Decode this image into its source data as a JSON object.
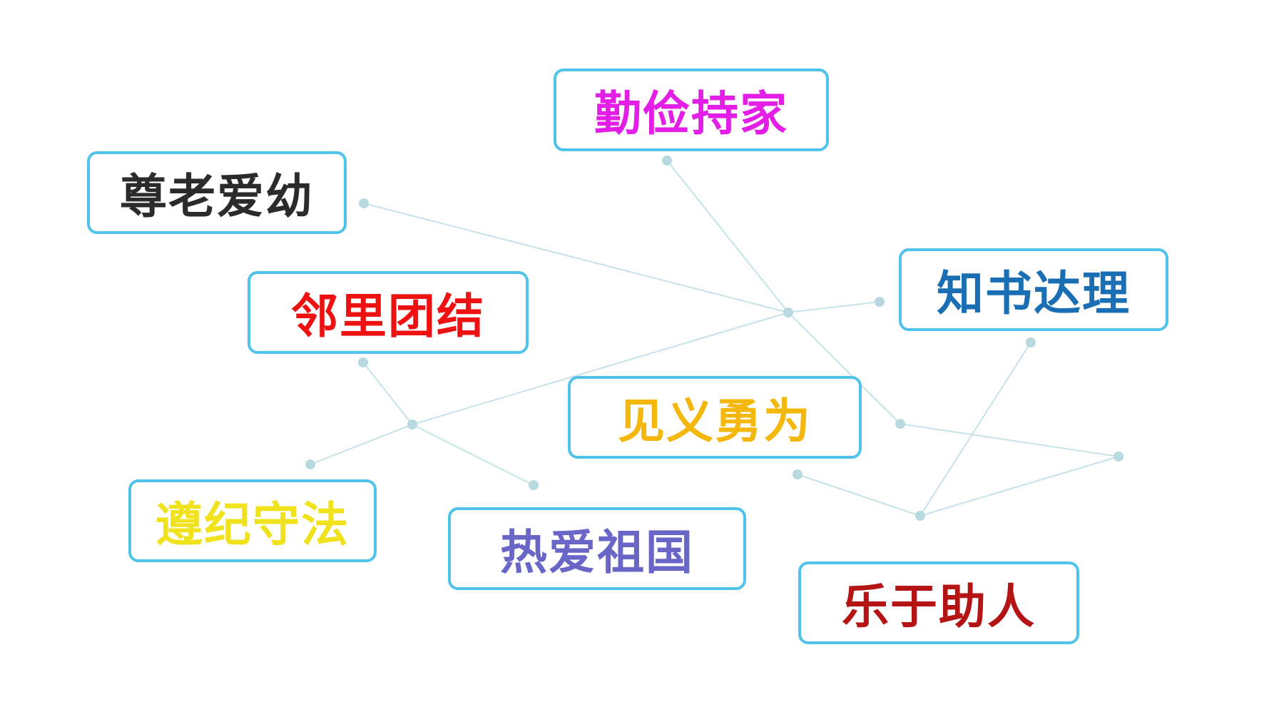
{
  "diagram": {
    "line_color": "#c5e3e8",
    "dot_color": "#b7d9df",
    "border_color": "#4fc3ea",
    "tags": [
      {
        "id": "tag-0",
        "label": "尊老爱幼",
        "color": "#2b2b2b"
      },
      {
        "id": "tag-1",
        "label": "勤俭持家",
        "color": "#e31ee6"
      },
      {
        "id": "tag-2",
        "label": "邻里团结",
        "color": "#ee1111"
      },
      {
        "id": "tag-3",
        "label": "知书达理",
        "color": "#1a6fb4"
      },
      {
        "id": "tag-4",
        "label": "见义勇为",
        "color": "#f4b70c"
      },
      {
        "id": "tag-5",
        "label": "遵纪守法",
        "color": "#f0e21c"
      },
      {
        "id": "tag-6",
        "label": "热爱祖国",
        "color": "#6a66c8"
      },
      {
        "id": "tag-7",
        "label": "乐于助人",
        "color": "#b51414"
      }
    ]
  }
}
